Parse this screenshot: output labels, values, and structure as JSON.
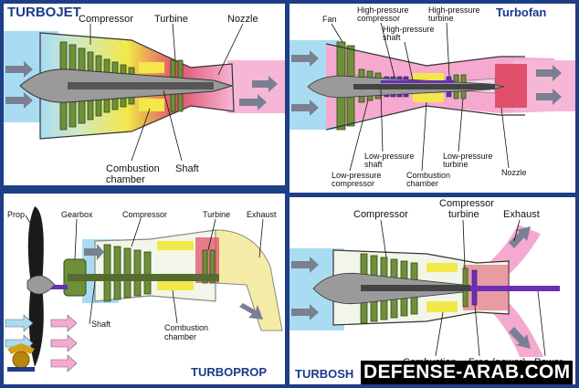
{
  "turbojet": {
    "title": "TURBOJET",
    "compressor": "Compressor",
    "turbine": "Turbine",
    "nozzle": "Nozzle",
    "combustion_1": "Combustion",
    "combustion_2": "chamber",
    "shaft": "Shaft"
  },
  "turbofan": {
    "title": "Turbofan",
    "fan": "Fan",
    "hp_comp_1": "High-pressure",
    "hp_comp_2": "compressor",
    "hp_shaft_1": "High-pressure",
    "hp_shaft_2": "shaft",
    "hp_turb_1": "High-pressure",
    "hp_turb_2": "turbine",
    "lp_shaft_1": "Low-pressure",
    "lp_shaft_2": "shaft",
    "lp_turb_1": "Low-pressure",
    "lp_turb_2": "turbine",
    "lp_comp_1": "Low-pressure",
    "lp_comp_2": "compressor",
    "comb_1": "Combustion",
    "comb_2": "chamber",
    "nozzle": "Nozzle"
  },
  "turboprop": {
    "title": "TURBOPROP",
    "prop": "Prop",
    "gearbox": "Gearbox",
    "compressor": "Compressor",
    "turbine": "Turbine",
    "exhaust": "Exhaust",
    "shaft": "Shaft",
    "comb_1": "Combustion",
    "comb_2": "chamber"
  },
  "turboshaft": {
    "title": "TURBOSH",
    "compressor": "Compressor",
    "comp_turbine_1": "Compressor",
    "comp_turbine_2": "turbine",
    "exhaust": "Exhaust",
    "combustion": "Combustion",
    "free_power": "Free (power)",
    "power": "Power"
  },
  "watermark": "DEFENSE-ARAB.COM",
  "colors": {
    "border": "#1e3e86",
    "inlet_blue": "#a9dcf3",
    "compressor_green": "#6f8f3a",
    "combustion_yellow": "#f2e84a",
    "turbine_red": "#e0506a",
    "exhaust_pink": "#f6a9cf",
    "hp_purple": "#6a2fb3"
  }
}
